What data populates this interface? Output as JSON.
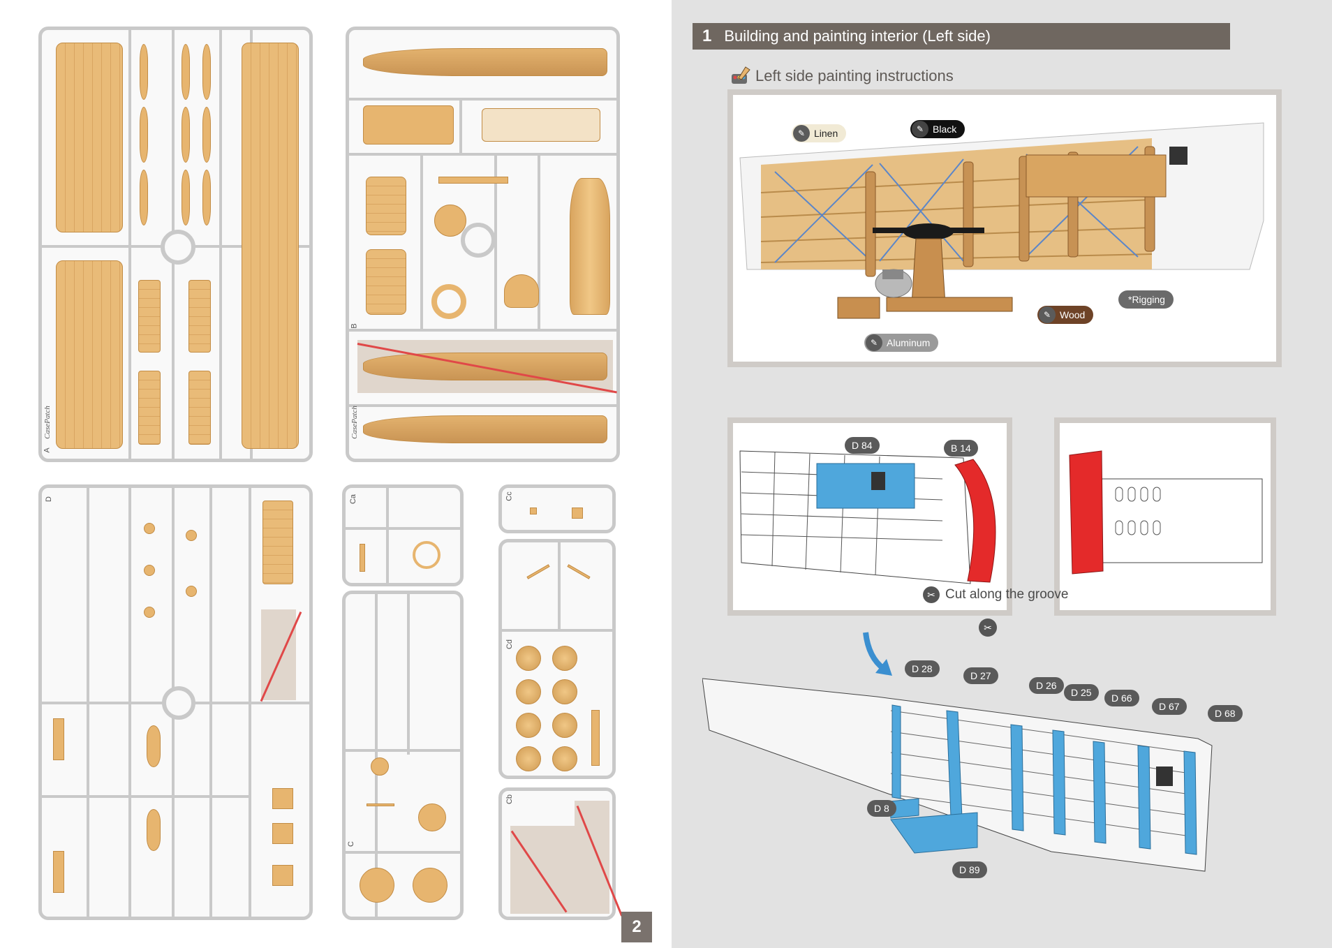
{
  "left": {
    "page_number": "2",
    "sprue_labels": {
      "a": "A",
      "b": "B",
      "c": "C",
      "d": "D",
      "ca": "Ca",
      "cb": "Cb",
      "cc": "Cc",
      "cd": "Cd"
    },
    "brand_mark": "CasePatch"
  },
  "step": {
    "number": "1",
    "title": "Building and painting interior (Left side)"
  },
  "painting": {
    "heading": "Left side painting instructions",
    "callouts": {
      "linen": "Linen",
      "black": "Black",
      "rigging": "*Rigging",
      "wood": "Wood",
      "aluminum": "Aluminum"
    }
  },
  "detail_panel": {
    "tags": {
      "d84": "D 84",
      "b14": "B 14"
    }
  },
  "cut_panel": {
    "text": "Cut along the groove"
  },
  "assembly": {
    "tags": {
      "d28": "D 28",
      "d27": "D 27",
      "d26": "D 26",
      "d25": "D 25",
      "d66": "D 66",
      "d67": "D 67",
      "d68": "D 68",
      "d8": "D 8",
      "d89": "D 89"
    }
  },
  "colors": {
    "step_bar": "#6f6760",
    "page_bg_right": "#e2e2e2",
    "panel_border": "#cfcbc7",
    "highlight_blue": "#4fa7dc",
    "highlight_red": "#e42a2a",
    "wood": "#e7b56f",
    "sprue_grey": "#c9c9c9",
    "linen": "#f1ead5",
    "black": "#111111",
    "wood_callout": "#6e4327",
    "rigging": "#6a6a6a",
    "aluminum": "#9a9a9a"
  }
}
